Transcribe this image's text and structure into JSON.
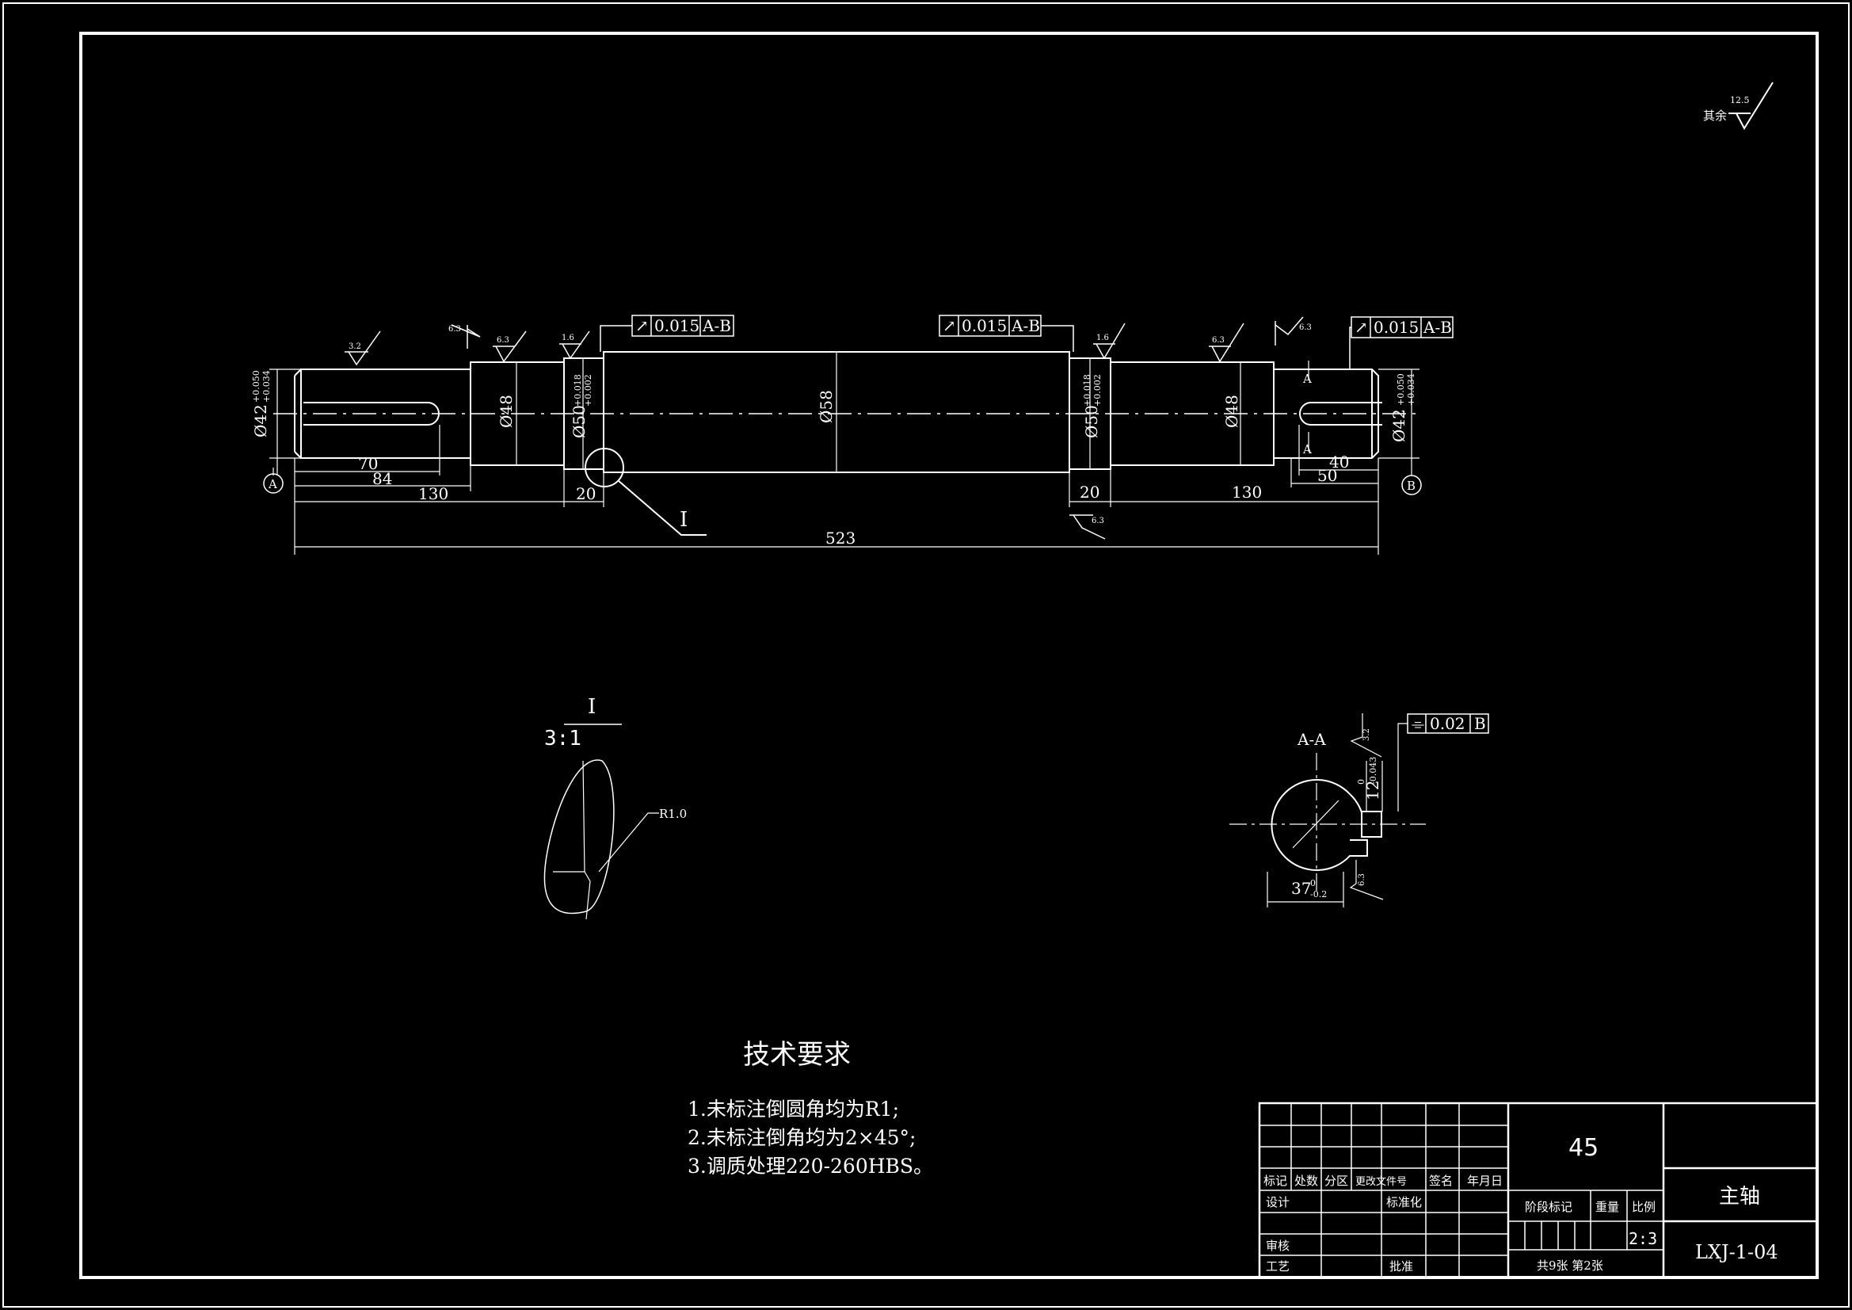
{
  "roughness_default": {
    "label": "其余",
    "value": "12.5"
  },
  "dimensions": {
    "d_left_end": "Ø42",
    "d_left_end_tol_upper": "+0.050",
    "d_left_end_tol_lower": "+0.034",
    "d_right_end": "Ø42",
    "d_right_end_tol_upper": "+0.050",
    "d_right_end_tol_lower": "+0.034",
    "d48_left": "Ø48",
    "d48_right": "Ø48",
    "d50_left": "Ø50",
    "d50_left_tol_upper": "+0.018",
    "d50_left_tol_lower": "+0.002",
    "d50_right": "Ø50",
    "d50_right_tol_upper": "+0.018",
    "d50_right_tol_lower": "+0.002",
    "d58": "Ø58",
    "len_70": "70",
    "len_84": "84",
    "len_130_left": "130",
    "len_20_left": "20",
    "len_20_right": "20",
    "len_130_right": "130",
    "len_40": "40",
    "len_50": "50",
    "len_523": "523"
  },
  "roughness_marks": [
    "3.2",
    "6.3",
    "6.3",
    "1.6",
    "1.6",
    "6.3",
    "6.3",
    "6.3",
    "3.2",
    "6.3"
  ],
  "runout_frames": [
    {
      "symbol": "↗",
      "value": "0.015",
      "datum": "A-B"
    },
    {
      "symbol": "↗",
      "value": "0.015",
      "datum": "A-B"
    },
    {
      "symbol": "↗",
      "value": "0.015",
      "datum": "A-B"
    }
  ],
  "datums": {
    "a": "A",
    "b": "B"
  },
  "section_marks": {
    "top": "A",
    "bottom": "A"
  },
  "detail": {
    "label": "I",
    "callout": "I",
    "scale": "3:1",
    "radius": "R1.0"
  },
  "section_view": {
    "title": "A-A",
    "width": "37",
    "width_tol_upper": "0",
    "width_tol_lower": "-0.2",
    "key": "12",
    "key_tol_upper": "0",
    "key_tol_lower": "-0.043",
    "symmetry_frame": {
      "symbol": "⌯",
      "value": "0.02",
      "datum": "B"
    }
  },
  "tech_requirements": {
    "title": "技术要求",
    "items": [
      "1.未标注倒圆角均为R1;",
      "2.未标注倒角均为2×45°;",
      "3.调质处理220-260HBS。"
    ]
  },
  "title_block": {
    "material": "45",
    "part_name": "主轴",
    "drawing_no": "LXJ-1-04",
    "scale": "2:3",
    "sheets": "共9张 第2张",
    "headers": [
      "标记",
      "处数",
      "分区",
      "更改文件号",
      "签名",
      "年月日"
    ],
    "roles": [
      "设计",
      "标准化",
      "审核",
      "工艺",
      "批准"
    ],
    "cols": [
      "阶段标记",
      "重量",
      "比例"
    ]
  }
}
